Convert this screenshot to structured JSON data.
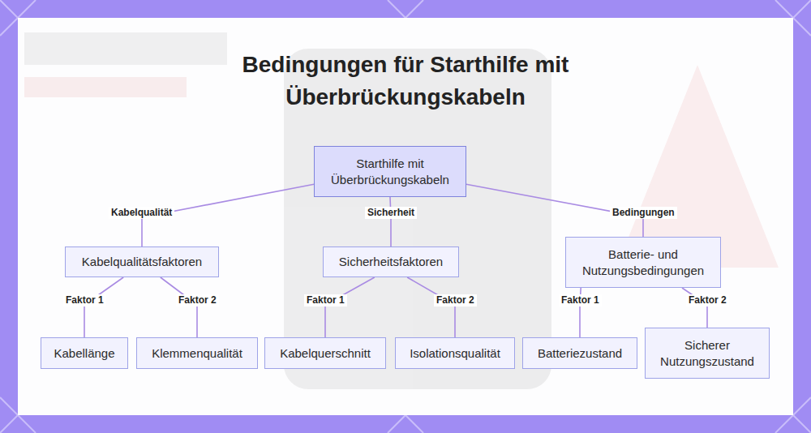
{
  "diagram": {
    "title": "Bedingungen für Starthilfe mit Überbrückungskabeln",
    "nodes": [
      {
        "text": [
          "Starthilfe mit Überbrückungskabeln"
        ]
      },
      {
        "text": [
          "Kabelqualitätsfaktoren"
        ]
      },
      {
        "text": [
          "Sicherheitsfaktoren"
        ]
      },
      {
        "text": [
          "Batterie- und Nutzungsbedingungen"
        ]
      },
      {
        "text": [
          "Kabellänge"
        ]
      },
      {
        "text": [
          "Klemmenqualität"
        ]
      },
      {
        "text": [
          "Kabelquerschnitt"
        ]
      },
      {
        "text": [
          "Isolationsqualität"
        ]
      },
      {
        "text": [
          "Batteriezustand"
        ]
      },
      {
        "text": [
          "Sicherer Nutzungszustand"
        ]
      }
    ],
    "edges": [
      {
        "from": 0,
        "to": 1,
        "label": "Kabelqualität",
        "arrow": "none"
      },
      {
        "from": 0,
        "to": 2,
        "label": "Sicherheit",
        "arrow": "none"
      },
      {
        "from": 0,
        "to": 3,
        "label": "Bedingungen",
        "arrow": "none"
      },
      {
        "from": 1,
        "to": 4,
        "label": "Faktor 1",
        "arrow": "none"
      },
      {
        "from": 1,
        "to": 5,
        "label": "Faktor 2",
        "arrow": "none"
      },
      {
        "from": 2,
        "to": 6,
        "label": "Faktor 1",
        "arrow": "none"
      },
      {
        "from": 2,
        "to": 7,
        "label": "Faktor 2",
        "arrow": "none"
      },
      {
        "from": 3,
        "to": 8,
        "label": "Faktor 1",
        "arrow": "none"
      },
      {
        "from": 3,
        "to": 9,
        "label": "Faktor 2",
        "arrow": "none"
      }
    ]
  }
}
